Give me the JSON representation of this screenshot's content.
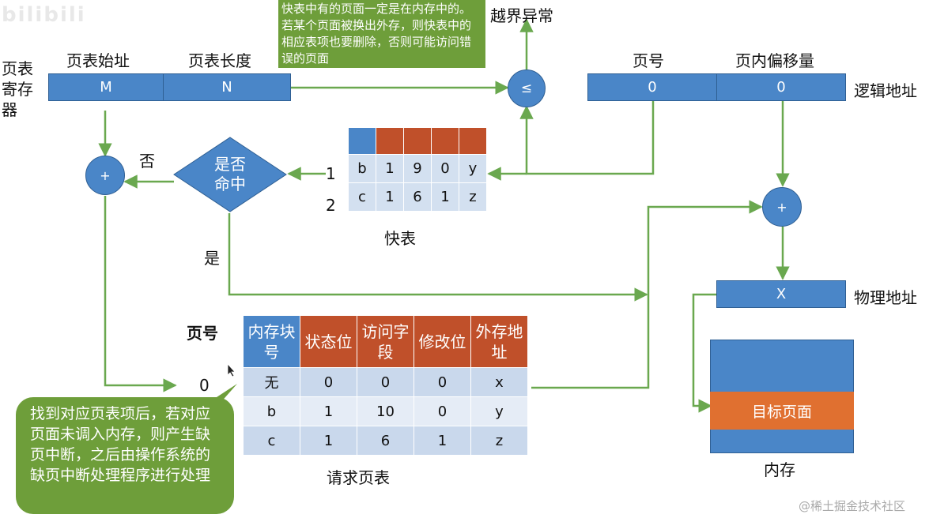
{
  "watermark_top": "bilibili",
  "page_table_register": {
    "label": "页表寄存器",
    "start_label": "页表始址",
    "length_label": "页表长度",
    "start_value": "M",
    "length_value": "N"
  },
  "compare": {
    "symbol": "≤",
    "overflow_label": "越界异常"
  },
  "tlb_note": "快表中有的页面一定是在内存中的。若某个页面被换出外存，则快表中的相应表项也要删除，否则可能访问错误的页面",
  "logical_address": {
    "label": "逻辑地址",
    "page_no_label": "页号",
    "offset_label": "页内偏移量",
    "page_no_value": "0",
    "offset_value": "0"
  },
  "decision": {
    "text": "是否命中",
    "no_label": "否",
    "yes_label": "是"
  },
  "adder_symbol": "+",
  "tlb": {
    "caption": "快表",
    "rows": [
      {
        "index": "1",
        "cells": [
          "b",
          "1",
          "9",
          "0",
          "y"
        ]
      },
      {
        "index": "2",
        "cells": [
          "c",
          "1",
          "6",
          "1",
          "z"
        ]
      }
    ]
  },
  "physical_address": {
    "label": "物理地址",
    "value": "X"
  },
  "request_table": {
    "page_no_label": "页号",
    "headers": [
      "内存块号",
      "状态位",
      "访问字段",
      "修改位",
      "外存地址"
    ],
    "rows": [
      [
        "无",
        "0",
        "0",
        "0",
        "x"
      ],
      [
        "b",
        "1",
        "10",
        "0",
        "y"
      ],
      [
        "c",
        "1",
        "6",
        "1",
        "z"
      ]
    ],
    "row0_page": "0",
    "caption": "请求页表"
  },
  "fault_note": "找到对应页表项后，若对应页面未调入内存，则产生缺页中断，之后由操作系统的缺页中断处理程序进行处理",
  "memory": {
    "caption": "内存",
    "target_label": "目标页面"
  },
  "footer_watermark": "@稀土掘金技术社区",
  "colors": {
    "blue": "#4a86c8",
    "orange": "#c0502a",
    "green_arrow": "#6aa84f",
    "note_green": "#6e9e3a",
    "target_orange": "#e07030"
  }
}
